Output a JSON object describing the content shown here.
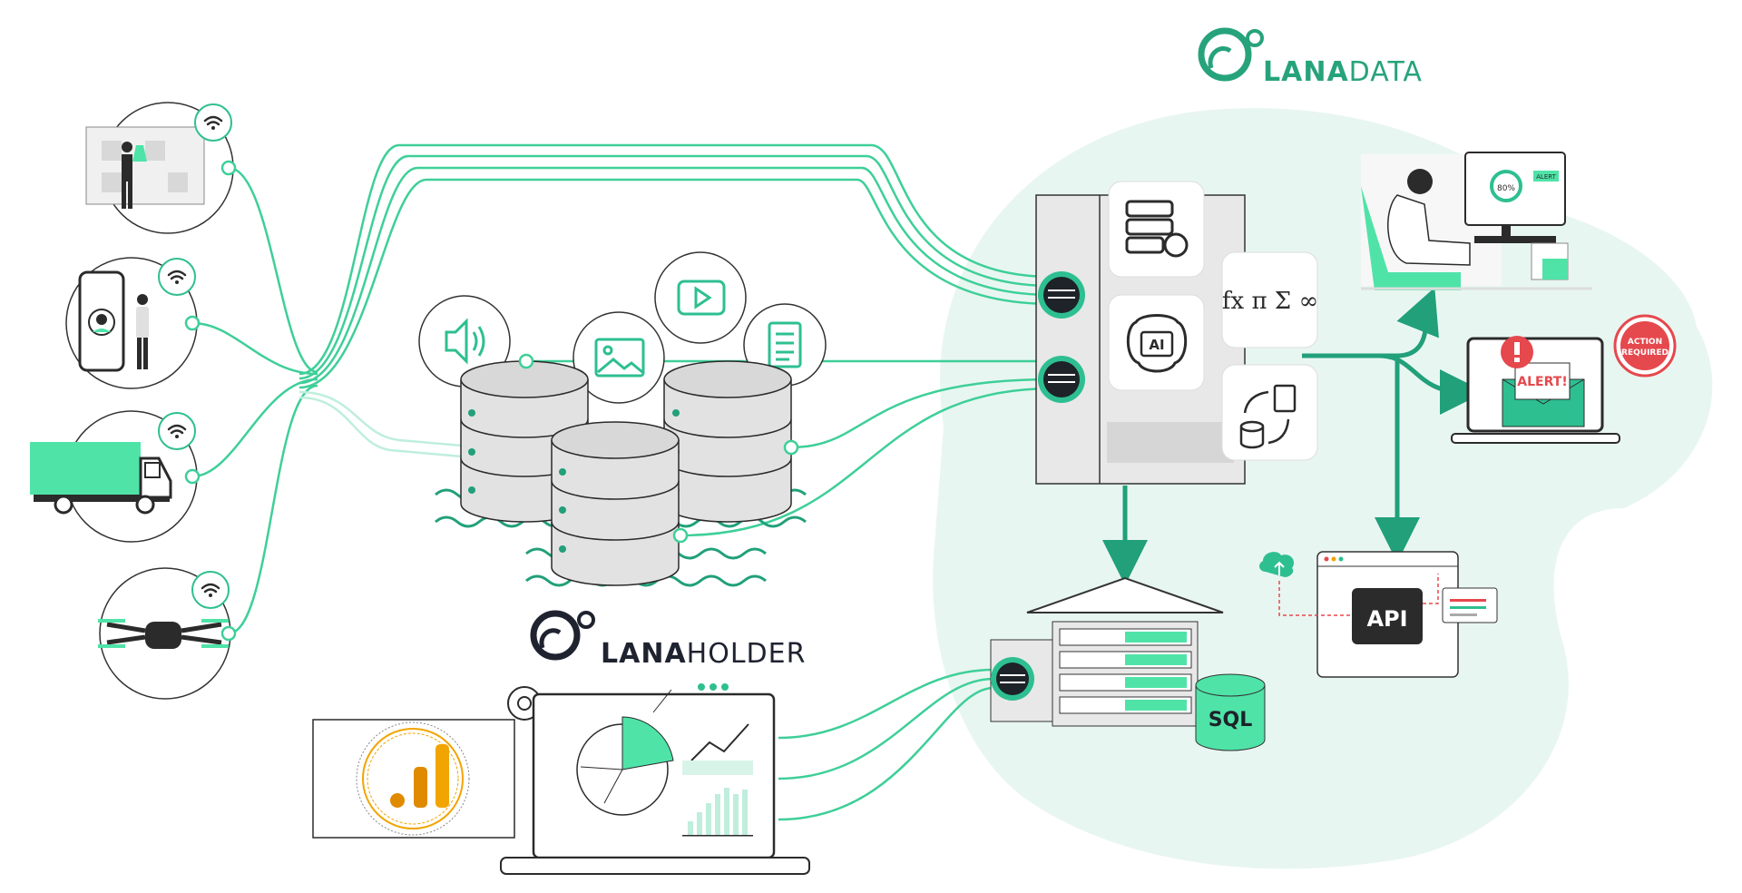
{
  "brands": {
    "lanadata": {
      "part1": "LANA",
      "part2": "DATA"
    },
    "lanaholder": {
      "part1": "LANA",
      "part2": "HOLDER"
    }
  },
  "labels": {
    "ai": "AI",
    "alert": "ALERT!",
    "action_required_line1": "ACTION",
    "action_required_line2": "REQUIRED",
    "api": "API",
    "sql": "SQL",
    "progress": "80%",
    "monitor_alert": "ALERT",
    "math_symbols": "fx π Σ ∞"
  },
  "sources": [
    {
      "name": "e-commerce",
      "icon": "shop-icon"
    },
    {
      "name": "mobile",
      "icon": "phone-icon"
    },
    {
      "name": "truck",
      "icon": "truck-icon"
    },
    {
      "name": "drone",
      "icon": "drone-icon"
    }
  ],
  "colors": {
    "accent": "#2ebf91",
    "accent_light": "#4fe3a8",
    "accent_bg": "#e8f6f1",
    "dark": "#23262f",
    "alert_red": "#e5484d",
    "analytics_orange": "#f2a400"
  }
}
